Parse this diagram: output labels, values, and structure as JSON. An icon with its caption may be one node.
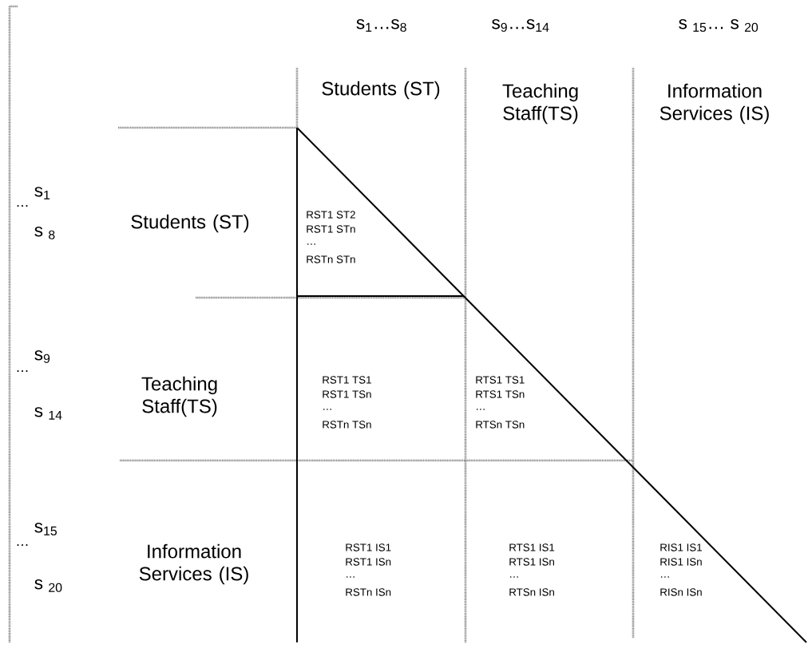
{
  "diagram": {
    "labels": [
      "s$_{1}$…s$_{8}$",
      "s$_{9}$…s$_{14}$",
      "s $_{15}$… s $_{20}$",
      "Students (ST)",
      "Teaching Staff(TS)",
      "Information Services (IS)",
      "s$_{1}$",
      "…",
      "s $_{8}$",
      "Students (ST)",
      "RST1 ST2",
      "RST1 STn",
      "…",
      "RSTn STn",
      "s$_{9}$",
      "…",
      "s $_{14}$",
      "Teaching Staff(TS)",
      "RST1 TS1",
      "RST1 TSn",
      "…",
      "RSTn TSn",
      "RTS1 TS1",
      "RTS1 TSn",
      "…",
      "RTSn TSn",
      "s$_{15}$",
      "…",
      "s $_{20}$",
      "Information Services (IS)",
      "RST1 IS1",
      "RST1 ISn",
      "…",
      "RSTn ISn",
      "RTS1 IS1",
      "RTS1 ISn",
      "…",
      "RTSn ISn",
      "RIS1 IS1",
      "RIS1 ISn",
      "…",
      "RISn ISn"
    ]
  }
}
